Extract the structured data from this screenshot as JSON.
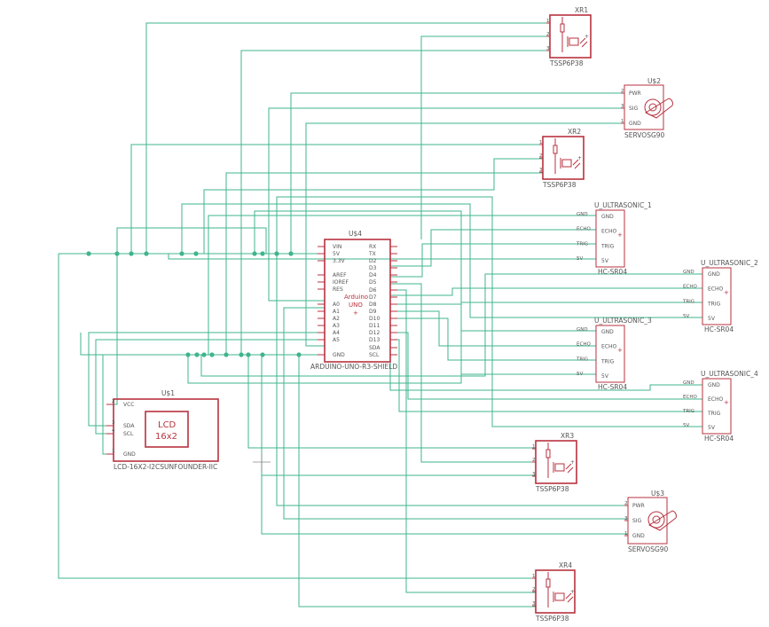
{
  "parts": {
    "xr1": {
      "name": "XR1",
      "value": "TSSP6P38"
    },
    "xr2": {
      "name": "XR2",
      "value": "TSSP6P38"
    },
    "xr3": {
      "name": "XR3",
      "value": "TSSP6P38"
    },
    "xr4": {
      "name": "XR4",
      "value": "TSSP6P38"
    },
    "u2": {
      "name": "U$2",
      "value": "SERVOSG90",
      "pins": [
        "PWR",
        "SIG",
        "GND"
      ]
    },
    "u3": {
      "name": "U$3",
      "value": "SERVOSG90",
      "pins": [
        "PWR",
        "SIG",
        "GND"
      ]
    },
    "us1": {
      "name": "U_ULTRASONIC_1",
      "value": "HC-SR04",
      "pins": [
        "GND",
        "ECHO",
        "TRIG",
        "5V"
      ]
    },
    "us2": {
      "name": "U_ULTRASONIC_2",
      "value": "HC-SR04",
      "pins": [
        "GND",
        "ECHO",
        "TRIG",
        "5V"
      ]
    },
    "us3": {
      "name": "U_ULTRASONIC_3",
      "value": "HC-SR04",
      "pins": [
        "GND",
        "ECHO",
        "TRIG",
        "5V"
      ]
    },
    "us4": {
      "name": "U_ULTRASONIC_4",
      "value": "HC-SR04",
      "pins": [
        "GND",
        "ECHO",
        "TRIG",
        "5V"
      ]
    },
    "u4": {
      "name": "U$4",
      "value": "ARDUINO-UNO-R3-SHIELD",
      "brand_line1": "Arduino",
      "brand_line2": "UNO",
      "left_pins": [
        "VIN",
        "5V",
        "3.3V",
        "AREF",
        "IOREF",
        "RES",
        "A0",
        "A1",
        "A2",
        "A3",
        "A4",
        "A5",
        "GND"
      ],
      "right_pins": [
        "RX",
        "TX",
        "D2",
        "D3",
        "D4",
        "D5",
        "D6",
        "D7",
        "D8",
        "D9",
        "D10",
        "D11",
        "D12",
        "D13",
        "SDA",
        "SCL"
      ]
    },
    "u1": {
      "name": "U$1",
      "value": "LCD-16X2-I2CSUNFOUNDER-IIC",
      "screen_line1": "LCD",
      "screen_line2": "16x2",
      "pins": [
        "VCC",
        "SDA",
        "SCL",
        "GND"
      ],
      "pin_numbers": [
        "2",
        "3",
        "4",
        "1"
      ]
    }
  },
  "xr_pin_numbers": [
    "1",
    "2",
    "3"
  ],
  "servo_pin_numbers": [
    "2",
    "3",
    "1"
  ],
  "colors": {
    "wire": "#3fb58c",
    "part": "#b8323f",
    "text": "#555555"
  }
}
